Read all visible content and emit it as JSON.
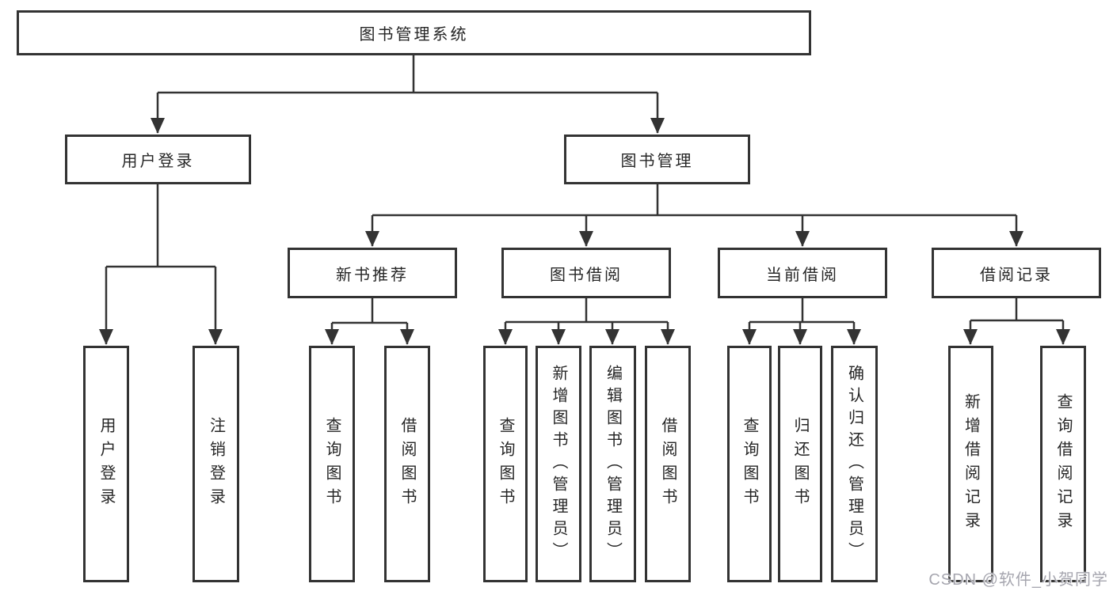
{
  "diagram": {
    "root": {
      "label": "图书管理系统"
    },
    "level2": [
      {
        "label": "用户登录"
      },
      {
        "label": "图书管理"
      }
    ],
    "level3": [
      {
        "label": "新书推荐",
        "parent": "图书管理"
      },
      {
        "label": "图书借阅",
        "parent": "图书管理"
      },
      {
        "label": "当前借阅",
        "parent": "图书管理"
      },
      {
        "label": "借阅记录",
        "parent": "图书管理"
      }
    ],
    "leaves": [
      {
        "label": "用户登录",
        "parent": "用户登录"
      },
      {
        "label": "注销登录",
        "parent": "用户登录"
      },
      {
        "label": "查询图书",
        "parent": "新书推荐"
      },
      {
        "label": "借阅图书",
        "parent": "新书推荐"
      },
      {
        "label": "查询图书",
        "parent": "图书借阅"
      },
      {
        "label": "新增图书（管理员）",
        "parent": "图书借阅"
      },
      {
        "label": "编辑图书（管理员）",
        "parent": "图书借阅"
      },
      {
        "label": "借阅图书",
        "parent": "图书借阅"
      },
      {
        "label": "查询图书",
        "parent": "当前借阅"
      },
      {
        "label": "归还图书",
        "parent": "当前借阅"
      },
      {
        "label": "确认归还（管理员）",
        "parent": "当前借阅"
      },
      {
        "label": "新增借阅记录",
        "parent": "借阅记录"
      },
      {
        "label": "查询借阅记录",
        "parent": "借阅记录"
      }
    ]
  },
  "watermark": "CSDN @软件_小贺同学",
  "colors": {
    "line": "#333333",
    "text": "#262626",
    "watermark": "#a6a6af",
    "background": "#ffffff"
  }
}
